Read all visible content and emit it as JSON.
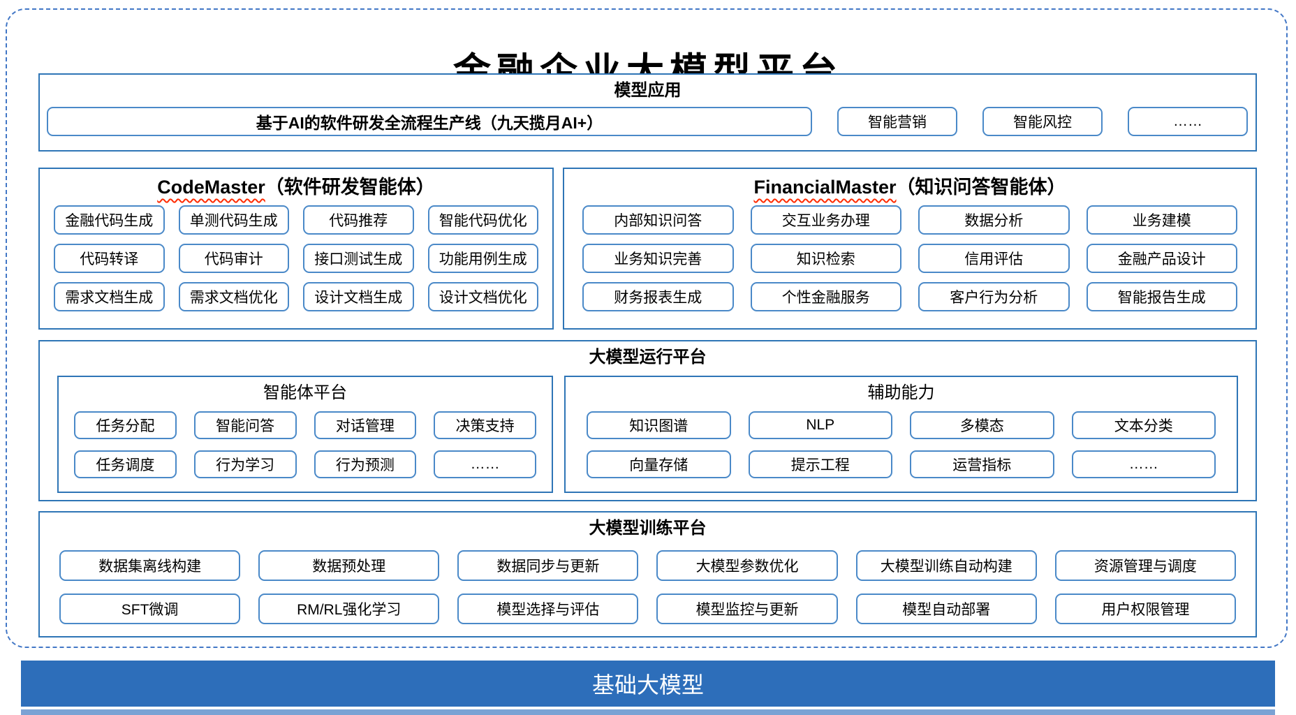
{
  "title": "金融企业大模型平台",
  "colors": {
    "section_border": "#2e75b6",
    "item_border": "#4a89c8",
    "outer_dashed_border": "#4277c6",
    "wavy_underline": "#ff2a00",
    "bar_background": "#2d6eba",
    "bar_text": "#ffffff"
  },
  "model_app": {
    "header": "模型应用",
    "main_item": "基于AI的软件研发全流程生产线（九天揽月AI+）",
    "items": [
      "智能营销",
      "智能风控",
      "……"
    ]
  },
  "code_master": {
    "name": "CodeMaster",
    "suffix": "（软件研发智能体）",
    "rows": [
      [
        "金融代码生成",
        "单测代码生成",
        "代码推荐",
        "智能代码优化"
      ],
      [
        "代码转译",
        "代码审计",
        "接口测试生成",
        "功能用例生成"
      ],
      [
        "需求文档生成",
        "需求文档优化",
        "设计文档生成",
        "设计文档优化"
      ]
    ]
  },
  "financial_master": {
    "name": "FinancialMaster",
    "suffix": "（知识问答智能体）",
    "rows": [
      [
        "内部知识问答",
        "交互业务办理",
        "数据分析",
        "业务建模"
      ],
      [
        "业务知识完善",
        "知识检索",
        "信用评估",
        "金融产品设计"
      ],
      [
        "财务报表生成",
        "个性金融服务",
        "客户行为分析",
        "智能报告生成"
      ]
    ]
  },
  "runtime_platform": {
    "header": "大模型运行平台",
    "agent_platform": {
      "header": "智能体平台",
      "rows": [
        [
          "任务分配",
          "智能问答",
          "对话管理",
          "决策支持"
        ],
        [
          "任务调度",
          "行为学习",
          "行为预测",
          "……"
        ]
      ]
    },
    "aux_capability": {
      "header": "辅助能力",
      "rows": [
        [
          "知识图谱",
          "NLP",
          "多模态",
          "文本分类"
        ],
        [
          "向量存储",
          "提示工程",
          "运营指标",
          "……"
        ]
      ]
    }
  },
  "training_platform": {
    "header": "大模型训练平台",
    "rows": [
      [
        "数据集离线构建",
        "数据预处理",
        "数据同步与更新",
        "大模型参数优化",
        "大模型训练自动构建",
        "资源管理与调度"
      ],
      [
        "SFT微调",
        "RM/RL强化学习",
        "模型选择与评估",
        "模型监控与更新",
        "模型自动部署",
        "用户权限管理"
      ]
    ]
  },
  "base_model_bar": {
    "label": "基础大模型"
  }
}
